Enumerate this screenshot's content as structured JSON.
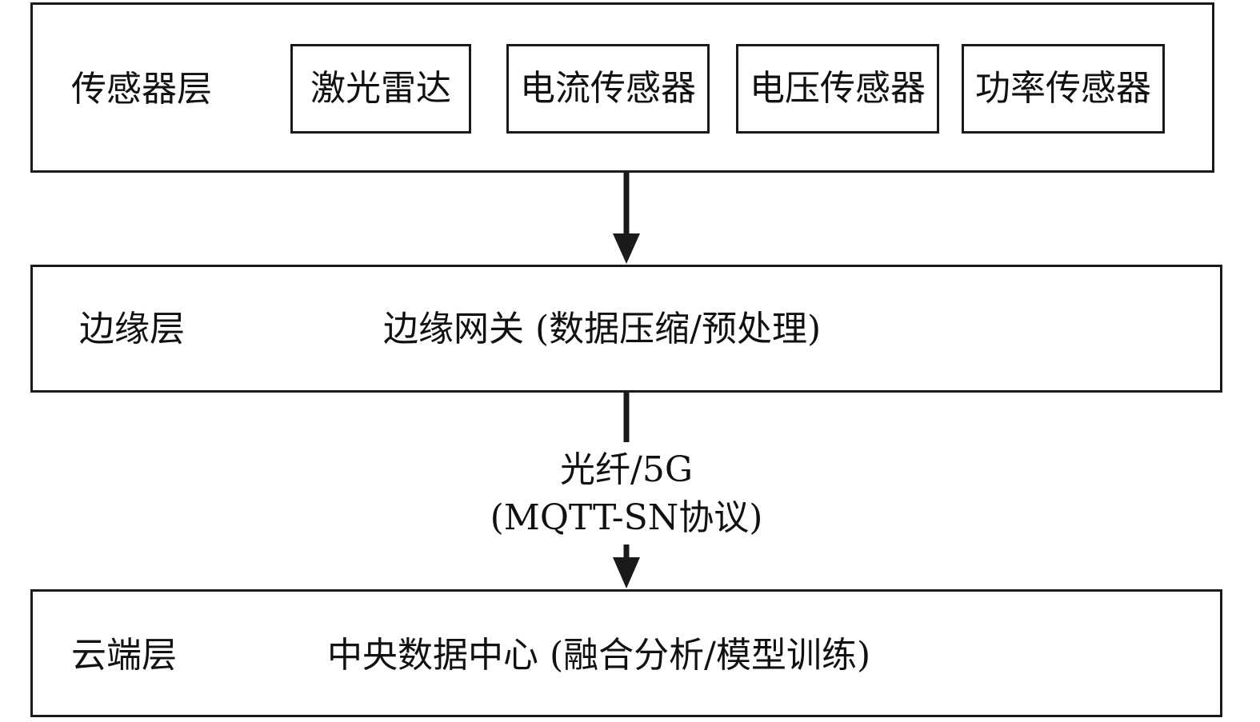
{
  "sensor_layer": {
    "label": "传感器层",
    "sensors": [
      {
        "label": "激光雷达"
      },
      {
        "label": "电流传感器"
      },
      {
        "label": "电压传感器"
      },
      {
        "label": "功率传感器"
      }
    ]
  },
  "edge_layer": {
    "label": "边缘层",
    "description": "边缘网关 (数据压缩/预处理)"
  },
  "link": {
    "medium": "光纤/5G",
    "protocol": "(MQTT-SN协议)"
  },
  "cloud_layer": {
    "label": "云端层",
    "description": "中央数据中心 (融合分析/模型训练)"
  },
  "colors": {
    "stroke": "#1a1a1a",
    "text": "#111111",
    "background": "#ffffff"
  }
}
